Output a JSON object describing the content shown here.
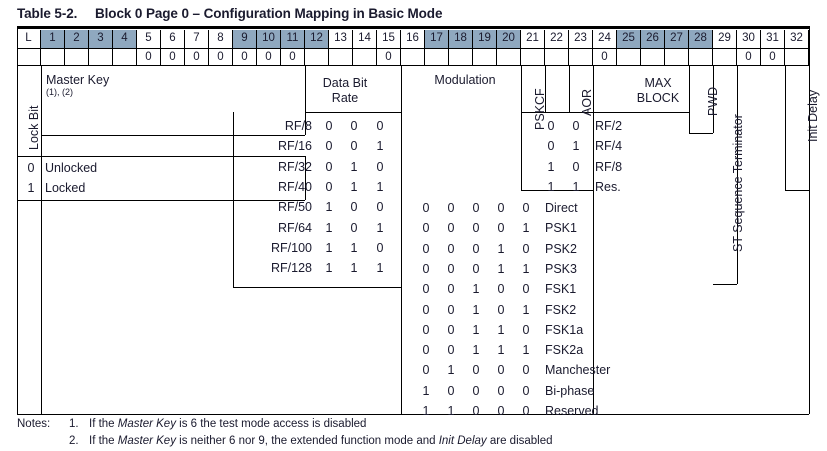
{
  "title": {
    "number": "Table 5-2.",
    "caption": "Block 0 Page 0 – Configuration Mapping in Basic Mode"
  },
  "colors": {
    "shaded_header": "#8fa8bf",
    "line": "#000000",
    "text": "#1a1a2e",
    "page_background": "#ffffff"
  },
  "header": {
    "columns": [
      {
        "label": "L",
        "shaded": false
      },
      {
        "label": "1",
        "shaded": true
      },
      {
        "label": "2",
        "shaded": true
      },
      {
        "label": "3",
        "shaded": true
      },
      {
        "label": "4",
        "shaded": true
      },
      {
        "label": "5",
        "shaded": false
      },
      {
        "label": "6",
        "shaded": false
      },
      {
        "label": "7",
        "shaded": false
      },
      {
        "label": "8",
        "shaded": false
      },
      {
        "label": "9",
        "shaded": true
      },
      {
        "label": "10",
        "shaded": true
      },
      {
        "label": "11",
        "shaded": true
      },
      {
        "label": "12",
        "shaded": true
      },
      {
        "label": "13",
        "shaded": false
      },
      {
        "label": "14",
        "shaded": false
      },
      {
        "label": "15",
        "shaded": false
      },
      {
        "label": "16",
        "shaded": false
      },
      {
        "label": "17",
        "shaded": true
      },
      {
        "label": "18",
        "shaded": true
      },
      {
        "label": "19",
        "shaded": true
      },
      {
        "label": "20",
        "shaded": true
      },
      {
        "label": "21",
        "shaded": false
      },
      {
        "label": "22",
        "shaded": false
      },
      {
        "label": "23",
        "shaded": false
      },
      {
        "label": "24",
        "shaded": false
      },
      {
        "label": "25",
        "shaded": true
      },
      {
        "label": "26",
        "shaded": true
      },
      {
        "label": "27",
        "shaded": true
      },
      {
        "label": "28",
        "shaded": true
      },
      {
        "label": "29",
        "shaded": false
      },
      {
        "label": "30",
        "shaded": false
      },
      {
        "label": "31",
        "shaded": false
      },
      {
        "label": "32",
        "shaded": false
      }
    ],
    "fixed_value_row": [
      "",
      "",
      "",
      "",
      "",
      "0",
      "0",
      "0",
      "0",
      "0",
      "0",
      "0",
      "",
      "",
      "",
      "0",
      "",
      "",
      "",
      "",
      "",
      "",
      "",
      "",
      "0",
      "",
      "",
      "",
      "",
      "",
      "0",
      "0",
      ""
    ]
  },
  "fields": {
    "lock_bit": {
      "label": "Lock Bit",
      "values": [
        {
          "bit": "0",
          "meaning": "Unlocked"
        },
        {
          "bit": "1",
          "meaning": "Locked"
        }
      ]
    },
    "master_key": {
      "label": "Master Key",
      "footnotes": "(1), (2)"
    },
    "data_bit_rate": {
      "label": "Data Bit Rate",
      "rows": [
        {
          "name": "RF/8",
          "bits": [
            "0",
            "0",
            "0"
          ]
        },
        {
          "name": "RF/16",
          "bits": [
            "0",
            "0",
            "1"
          ]
        },
        {
          "name": "RF/32",
          "bits": [
            "0",
            "1",
            "0"
          ]
        },
        {
          "name": "RF/40",
          "bits": [
            "0",
            "1",
            "1"
          ]
        },
        {
          "name": "RF/50",
          "bits": [
            "1",
            "0",
            "0"
          ]
        },
        {
          "name": "RF/64",
          "bits": [
            "1",
            "0",
            "1"
          ]
        },
        {
          "name": "RF/100",
          "bits": [
            "1",
            "1",
            "0"
          ]
        },
        {
          "name": "RF/128",
          "bits": [
            "1",
            "1",
            "1"
          ]
        }
      ]
    },
    "modulation": {
      "label": "Modulation",
      "rows": [
        {
          "bits": [
            "0",
            "0",
            "0",
            "0",
            "0"
          ],
          "name": "Direct"
        },
        {
          "bits": [
            "0",
            "0",
            "0",
            "0",
            "1"
          ],
          "name": "PSK1"
        },
        {
          "bits": [
            "0",
            "0",
            "0",
            "1",
            "0"
          ],
          "name": "PSK2"
        },
        {
          "bits": [
            "0",
            "0",
            "0",
            "1",
            "1"
          ],
          "name": "PSK3"
        },
        {
          "bits": [
            "0",
            "0",
            "1",
            "0",
            "0"
          ],
          "name": "FSK1"
        },
        {
          "bits": [
            "0",
            "0",
            "1",
            "0",
            "1"
          ],
          "name": "FSK2"
        },
        {
          "bits": [
            "0",
            "0",
            "1",
            "1",
            "0"
          ],
          "name": "FSK1a"
        },
        {
          "bits": [
            "0",
            "0",
            "1",
            "1",
            "1"
          ],
          "name": "FSK2a"
        },
        {
          "bits": [
            "0",
            "1",
            "0",
            "0",
            "0"
          ],
          "name": "Manchester"
        },
        {
          "bits": [
            "1",
            "0",
            "0",
            "0",
            "0"
          ],
          "name": "Bi-phase"
        },
        {
          "bits": [
            "1",
            "1",
            "0",
            "0",
            "0"
          ],
          "name": "Reserved"
        }
      ]
    },
    "pskcf": {
      "label": "PSKCF",
      "rows": [
        {
          "bits": [
            "0",
            "0"
          ],
          "name": "RF/2"
        },
        {
          "bits": [
            "0",
            "1"
          ],
          "name": "RF/4"
        },
        {
          "bits": [
            "1",
            "0"
          ],
          "name": "RF/8"
        },
        {
          "bits": [
            "1",
            "1"
          ],
          "name": "Res."
        }
      ]
    },
    "aor": {
      "label": "AOR"
    },
    "max_block": {
      "label_line1": "MAX",
      "label_line2": "BLOCK"
    },
    "pwd": {
      "label": "PWD"
    },
    "st_seq": {
      "label": "ST Sequence Terminator"
    },
    "init_delay": {
      "label": "Init Delay"
    }
  },
  "notes": {
    "label": "Notes:",
    "items": [
      {
        "num": "1.",
        "parts": [
          {
            "t": "If the ",
            "i": false
          },
          {
            "t": "Master Key",
            "i": true
          },
          {
            "t": " is 6 the test mode access is disabled",
            "i": false
          }
        ]
      },
      {
        "num": "2.",
        "parts": [
          {
            "t": "If the ",
            "i": false
          },
          {
            "t": "Master Key",
            "i": true
          },
          {
            "t": " is neither 6 nor 9, the extended function mode and ",
            "i": false
          },
          {
            "t": "Init Delay",
            "i": true
          },
          {
            "t": " are disabled",
            "i": false
          }
        ]
      }
    ]
  }
}
